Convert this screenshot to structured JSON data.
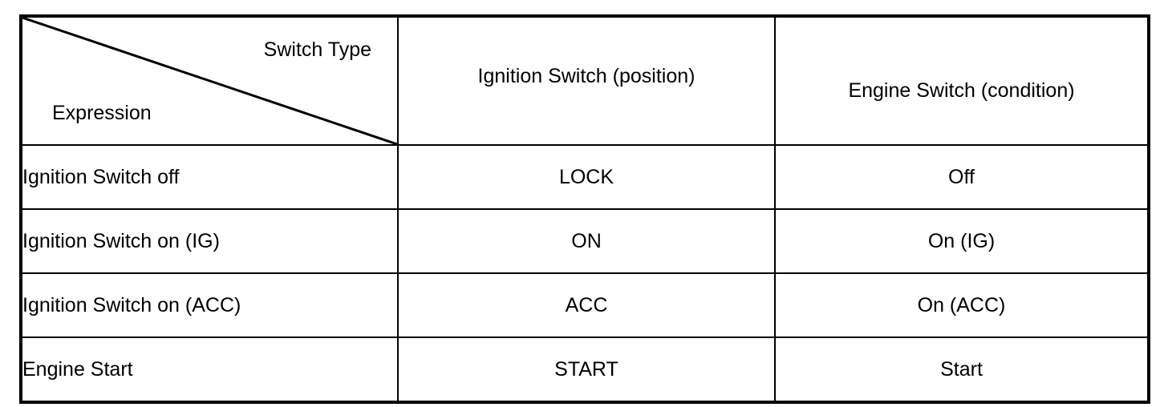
{
  "table": {
    "corner": {
      "top_right_label": "Switch Type",
      "bottom_left_label": "Expression",
      "divider": "diagonal-line"
    },
    "columns": [
      {
        "key": "expression",
        "header": ""
      },
      {
        "key": "ignition_switch",
        "header": "Ignition Switch (position)"
      },
      {
        "key": "engine_switch",
        "header": "Engine Switch (condition)"
      }
    ],
    "rows": [
      {
        "expression": "Ignition Switch off",
        "ignition_switch": "LOCK",
        "engine_switch": "Off"
      },
      {
        "expression": "Ignition Switch on (IG)",
        "ignition_switch": "ON",
        "engine_switch": "On (IG)"
      },
      {
        "expression": "Ignition Switch on (ACC)",
        "ignition_switch": "ACC",
        "engine_switch": "On (ACC)"
      },
      {
        "expression": "Engine Start",
        "ignition_switch": "START",
        "engine_switch": "Start"
      }
    ]
  },
  "colors": {
    "border": "#000000",
    "text": "#000000",
    "background": "#ffffff"
  }
}
